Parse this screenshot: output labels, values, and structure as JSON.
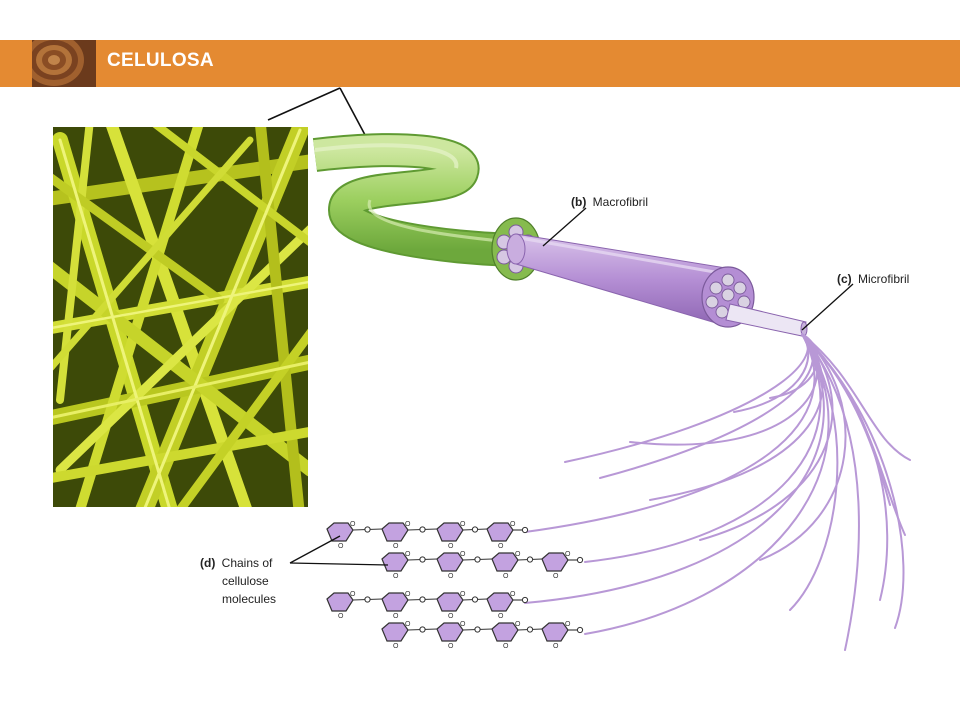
{
  "header": {
    "title": "CELULOSA",
    "bar_color": "#e48a32",
    "title_color": "#ffffff"
  },
  "labels": {
    "macrofibril_letter": "(b)",
    "macrofibril": "Macrofibril",
    "microfibril_letter": "(c)",
    "microfibril": "Microfibril",
    "chains_letter": "(d)",
    "chains_line1": "Chains of",
    "chains_line2": "cellulose",
    "chains_line3": "molecules"
  },
  "colors": {
    "fiber_green": "#9ccf5f",
    "fiber_purple": "#b48ed4",
    "strand_purple": "#b898d6",
    "micrograph_yellow": "#c9d82a"
  },
  "molecules": {
    "oxygen_label": "O"
  }
}
